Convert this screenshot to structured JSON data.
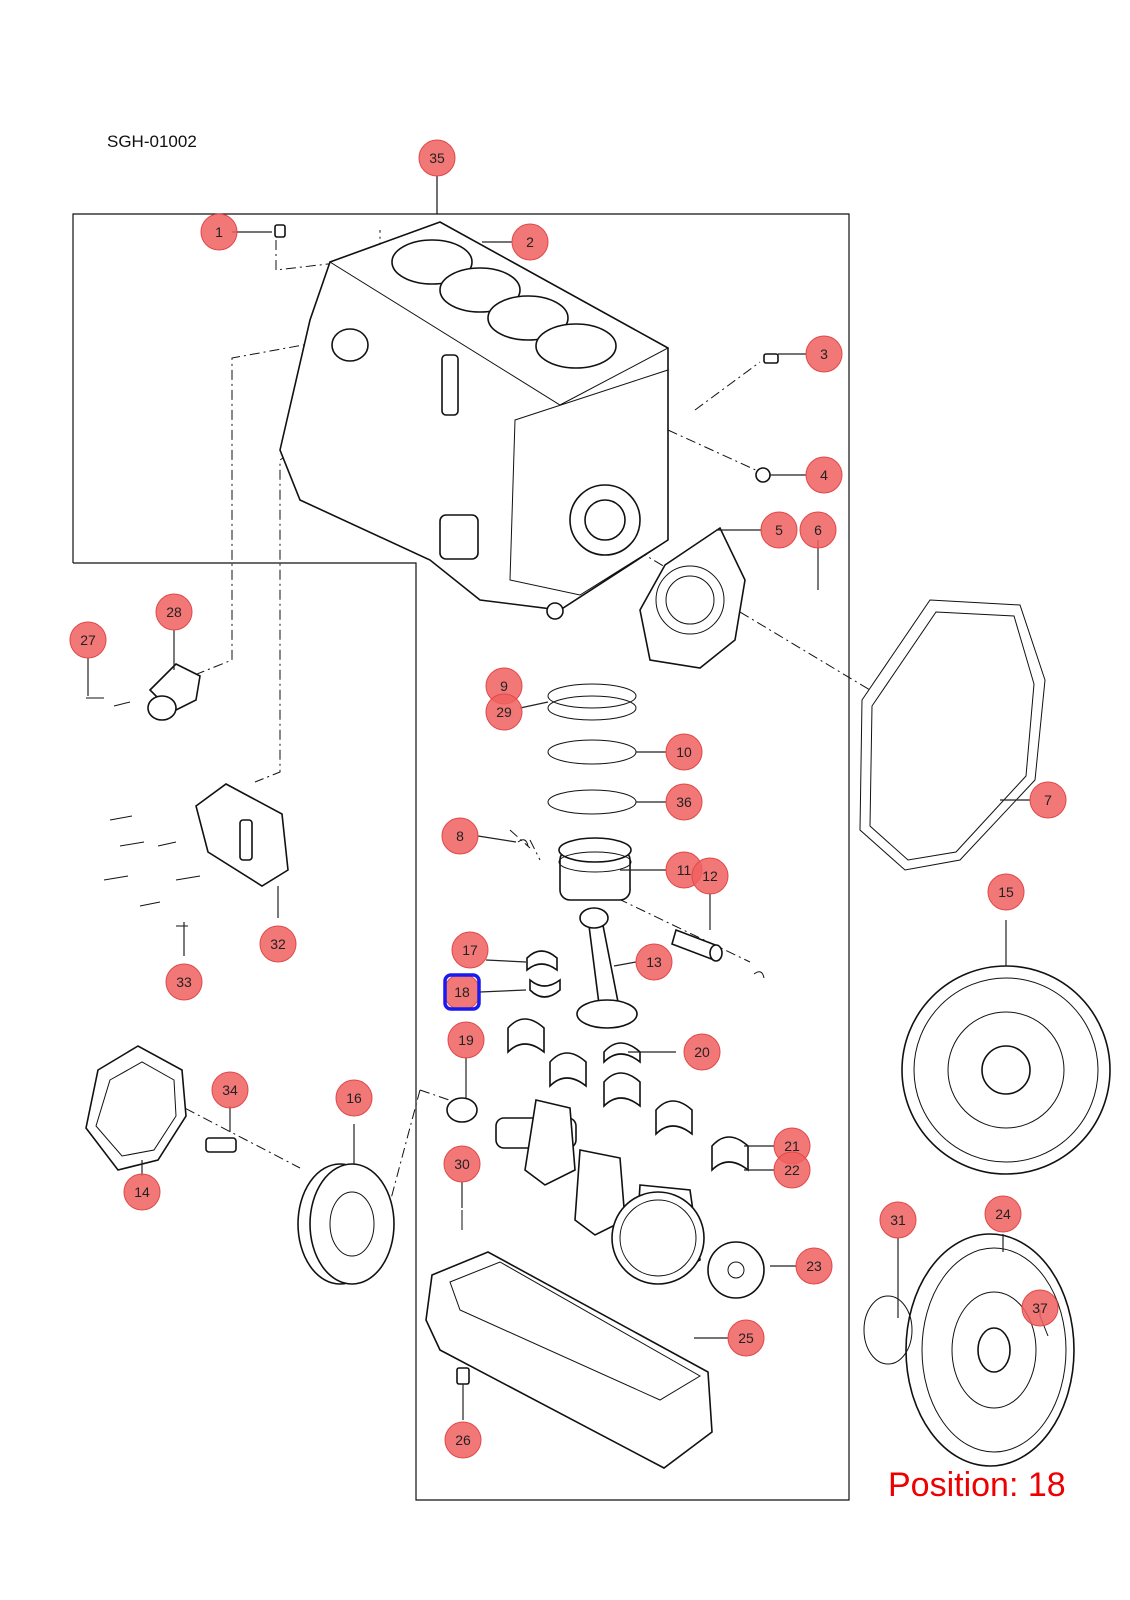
{
  "drawing_id": "SGH-01002",
  "position_label": "Position: 18",
  "highlighted": "18",
  "colors": {
    "callout": "#f06060",
    "highlight": "#1a1aee",
    "position_text": "#ee0000"
  },
  "callouts": [
    "1",
    "2",
    "3",
    "4",
    "5",
    "6",
    "7",
    "8",
    "9",
    "10",
    "11",
    "12",
    "13",
    "14",
    "15",
    "16",
    "17",
    "18",
    "19",
    "20",
    "21",
    "22",
    "23",
    "24",
    "25",
    "26",
    "27",
    "28",
    "29",
    "30",
    "31",
    "32",
    "33",
    "34",
    "35",
    "36",
    "37"
  ]
}
